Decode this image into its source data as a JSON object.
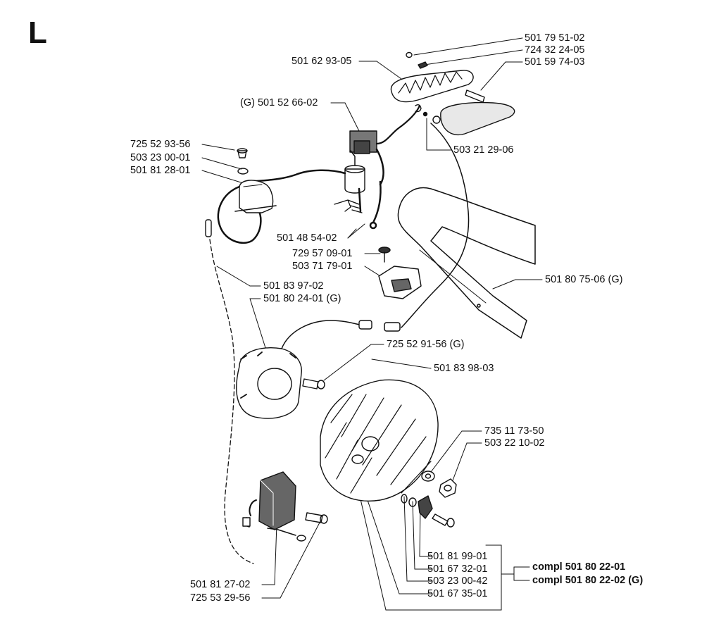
{
  "page": {
    "section_letter": "L"
  },
  "parts": [
    {
      "id": "p1",
      "number": "501 79 51-02"
    },
    {
      "id": "p2",
      "number": "724 32 24-05"
    },
    {
      "id": "p3",
      "number": "501 59 74-03"
    },
    {
      "id": "p4",
      "number": "501 62 93-05"
    },
    {
      "id": "p5",
      "number": "(G) 501 52 66-02"
    },
    {
      "id": "p6",
      "number": "503 21 29-06"
    },
    {
      "id": "p7",
      "number": "725 52 93-56"
    },
    {
      "id": "p8",
      "number": "503 23 00-01"
    },
    {
      "id": "p9",
      "number": "501 81 28-01"
    },
    {
      "id": "p10",
      "number": "501 48 54-02"
    },
    {
      "id": "p11",
      "number": "729 57 09-01"
    },
    {
      "id": "p12",
      "number": "503 71 79-01"
    },
    {
      "id": "p13",
      "number": "501 80 75-06 (G)"
    },
    {
      "id": "p14",
      "number": "501 83 97-02"
    },
    {
      "id": "p15",
      "number": "501 80 24-01 (G)"
    },
    {
      "id": "p16",
      "number": "725 52 91-56 (G)"
    },
    {
      "id": "p17",
      "number": "501 83 98-03"
    },
    {
      "id": "p18",
      "number": "735 11 73-50"
    },
    {
      "id": "p19",
      "number": "503 22 10-02"
    },
    {
      "id": "p20",
      "number": "501 81 99-01"
    },
    {
      "id": "p21",
      "number": "501 67 32-01"
    },
    {
      "id": "p22",
      "number": "503 23 00-42"
    },
    {
      "id": "p23",
      "number": "501 67 35-01"
    },
    {
      "id": "p24",
      "number": "501 81 27-02"
    },
    {
      "id": "p25",
      "number": "725 53 29-56"
    }
  ],
  "assemblies": [
    {
      "id": "a1",
      "number": "compl 501 80 22-01"
    },
    {
      "id": "a2",
      "number": "compl 501 80 22-02 (G)"
    }
  ]
}
